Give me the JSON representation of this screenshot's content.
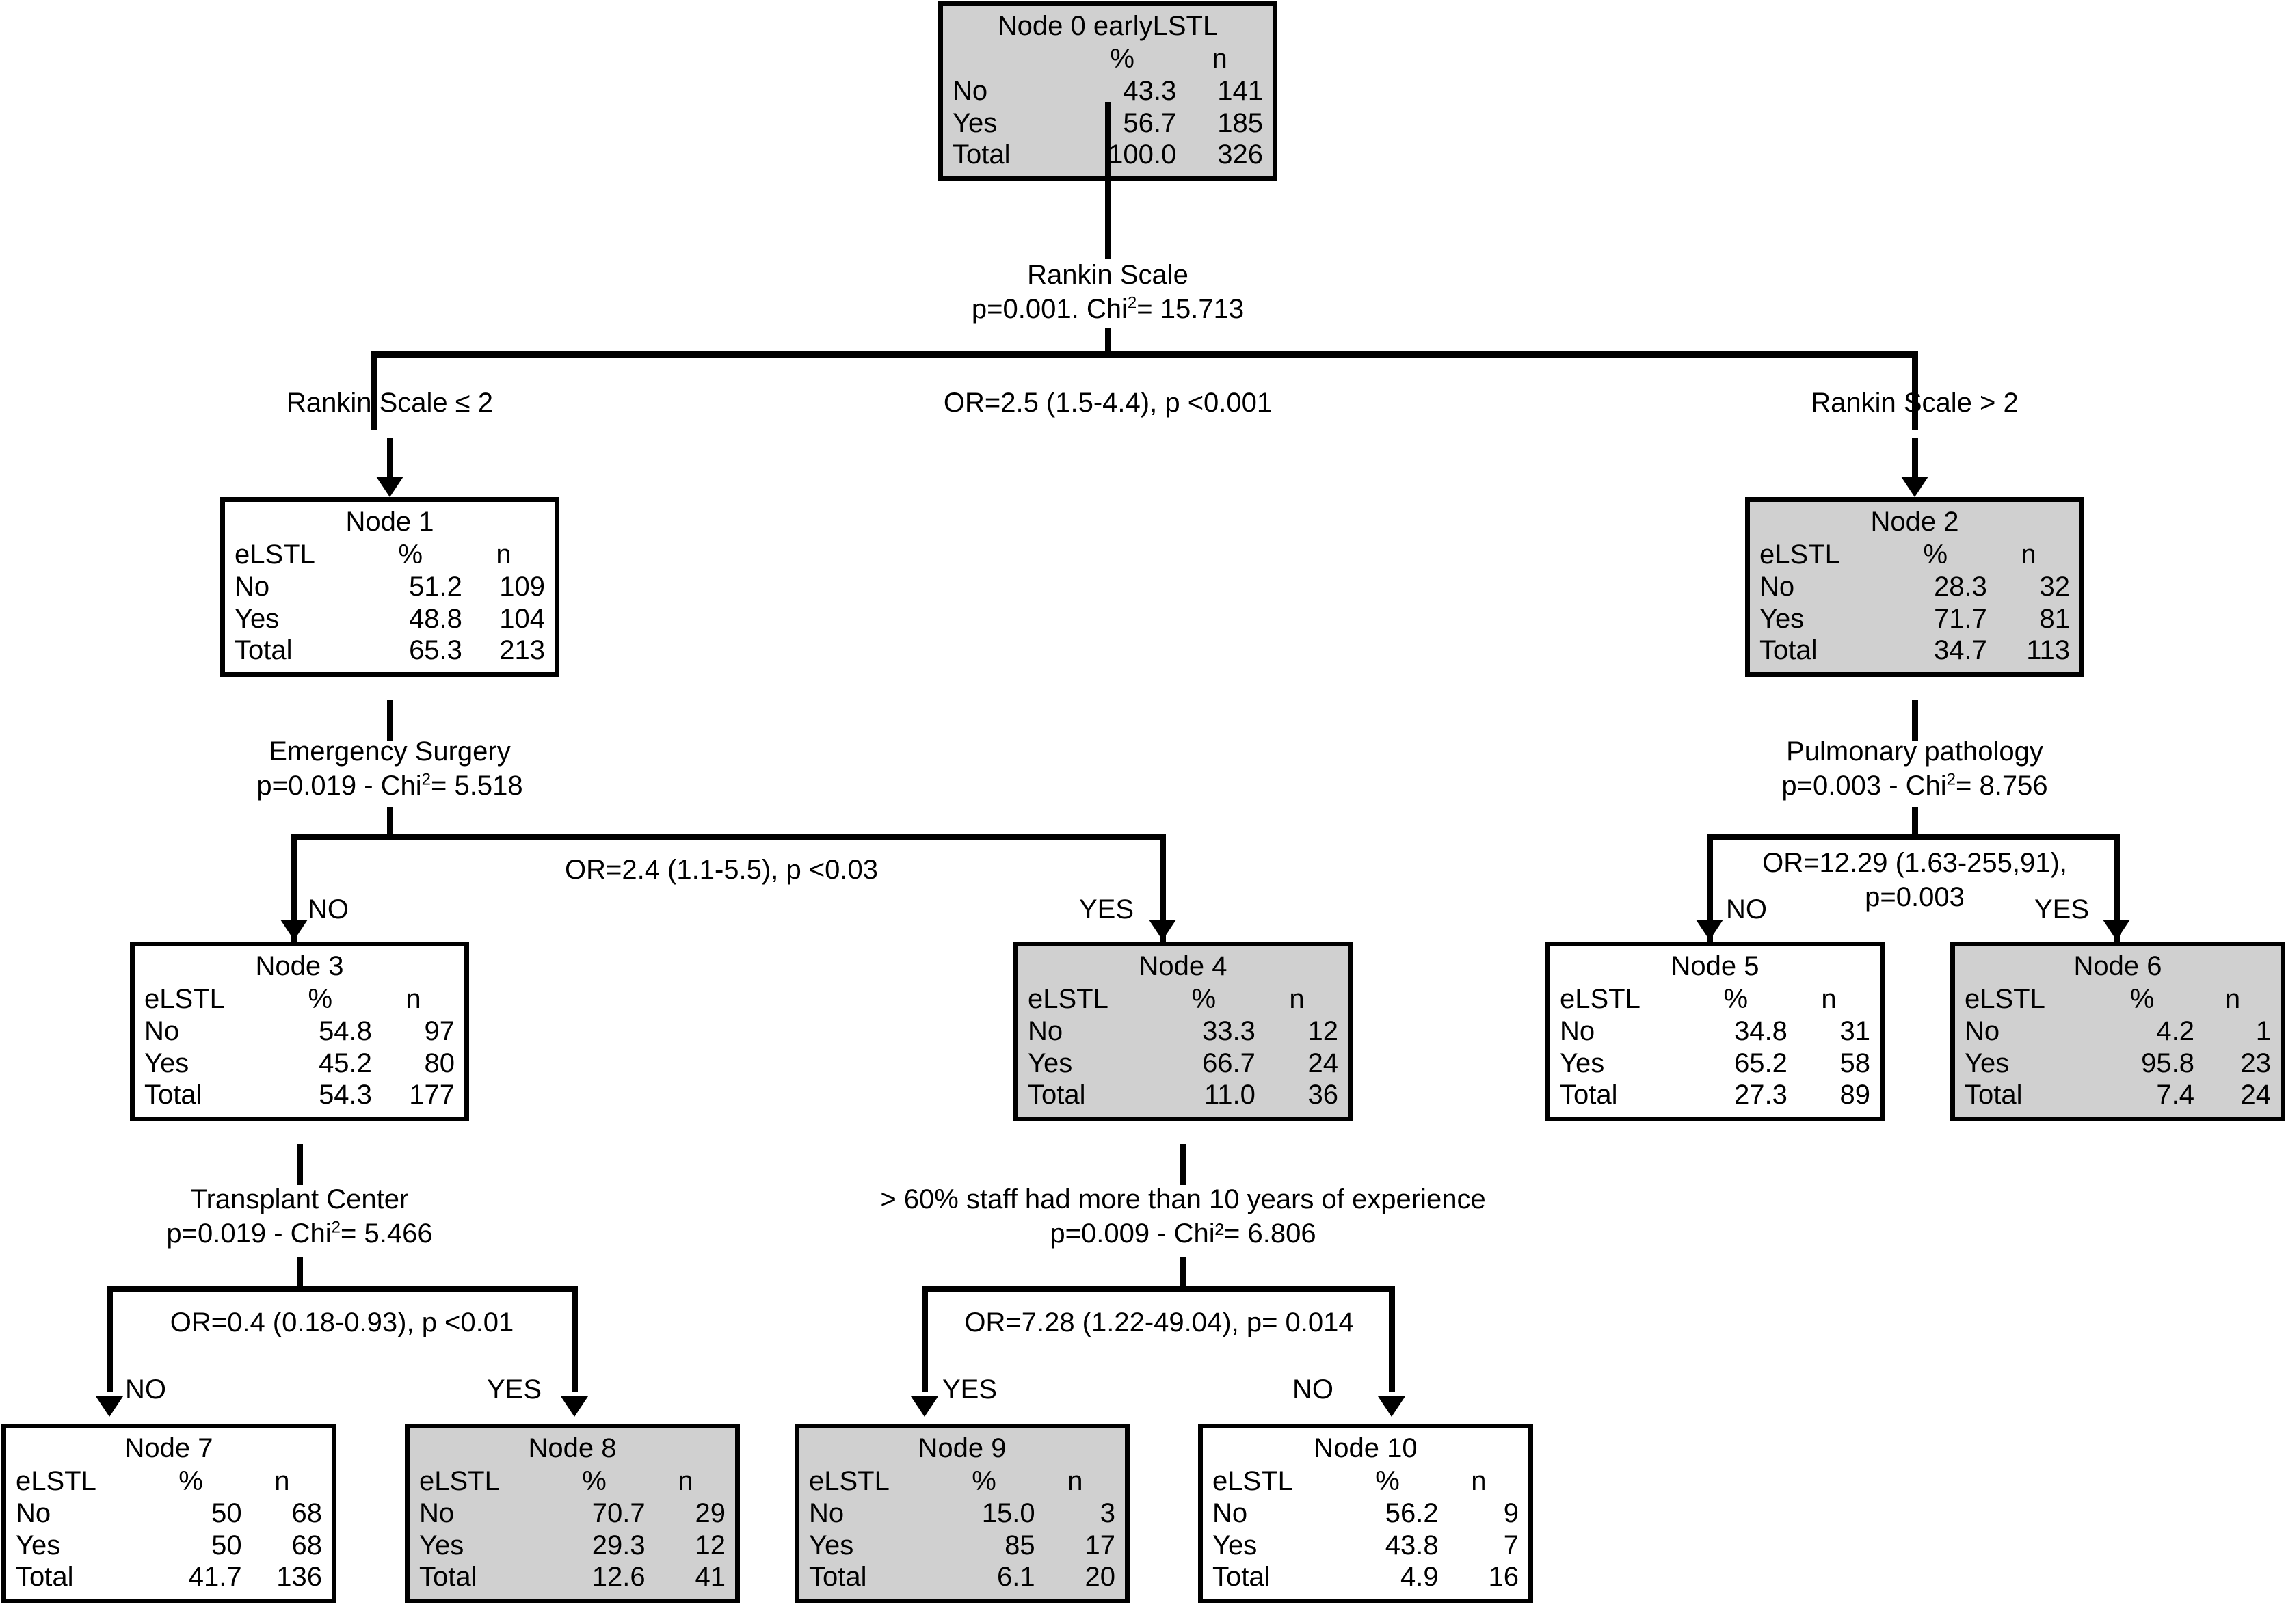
{
  "diagram": {
    "type": "chaid-decision-tree",
    "target_variable": "earlyLSTL",
    "fill_gray": "#d0d0d0",
    "fill_white": "#ffffff",
    "stroke": "#000000"
  },
  "columns": {
    "category": "eLSTL",
    "percent": "%",
    "count": "n"
  },
  "nodes": [
    {
      "id": "node0",
      "title": "Node 0 earlyLSTL",
      "fill": "gray",
      "header_category": "",
      "rows": [
        {
          "label": "No",
          "percent": "43.3",
          "n": "141"
        },
        {
          "label": "Yes",
          "percent": "56.7",
          "n": "185"
        },
        {
          "label": "Total",
          "percent": "100.0",
          "n": "326"
        }
      ]
    },
    {
      "id": "node1",
      "title": "Node 1",
      "fill": "white",
      "header_category": "eLSTL",
      "rows": [
        {
          "label": "No",
          "percent": "51.2",
          "n": "109"
        },
        {
          "label": "Yes",
          "percent": "48.8",
          "n": "104"
        },
        {
          "label": "Total",
          "percent": "65.3",
          "n": "213"
        }
      ]
    },
    {
      "id": "node2",
      "title": "Node 2",
      "fill": "gray",
      "header_category": "eLSTL",
      "rows": [
        {
          "label": "No",
          "percent": "28.3",
          "n": "32"
        },
        {
          "label": "Yes",
          "percent": "71.7",
          "n": "81"
        },
        {
          "label": "Total",
          "percent": "34.7",
          "n": "113"
        }
      ]
    },
    {
      "id": "node3",
      "title": "Node 3",
      "fill": "white",
      "header_category": "eLSTL",
      "rows": [
        {
          "label": "No",
          "percent": "54.8",
          "n": "97"
        },
        {
          "label": "Yes",
          "percent": "45.2",
          "n": "80"
        },
        {
          "label": "Total",
          "percent": "54.3",
          "n": "177"
        }
      ]
    },
    {
      "id": "node4",
      "title": "Node 4",
      "fill": "gray",
      "header_category": "eLSTL",
      "rows": [
        {
          "label": "No",
          "percent": "33.3",
          "n": "12"
        },
        {
          "label": "Yes",
          "percent": "66.7",
          "n": "24"
        },
        {
          "label": "Total",
          "percent": "11.0",
          "n": "36"
        }
      ]
    },
    {
      "id": "node5",
      "title": "Node 5",
      "fill": "white",
      "header_category": "eLSTL",
      "rows": [
        {
          "label": "No",
          "percent": "34.8",
          "n": "31"
        },
        {
          "label": "Yes",
          "percent": "65.2",
          "n": "58"
        },
        {
          "label": "Total",
          "percent": "27.3",
          "n": "89"
        }
      ]
    },
    {
      "id": "node6",
      "title": "Node 6",
      "fill": "gray",
      "header_category": "eLSTL",
      "rows": [
        {
          "label": "No",
          "percent": "4.2",
          "n": "1"
        },
        {
          "label": "Yes",
          "percent": "95.8",
          "n": "23"
        },
        {
          "label": "Total",
          "percent": "7.4",
          "n": "24"
        }
      ]
    },
    {
      "id": "node7",
      "title": "Node 7",
      "fill": "white",
      "header_category": "eLSTL",
      "rows": [
        {
          "label": "No",
          "percent": "50",
          "n": "68"
        },
        {
          "label": "Yes",
          "percent": "50",
          "n": "68"
        },
        {
          "label": "Total",
          "percent": "41.7",
          "n": "136"
        }
      ]
    },
    {
      "id": "node8",
      "title": "Node 8",
      "fill": "gray",
      "header_category": "eLSTL",
      "rows": [
        {
          "label": "No",
          "percent": "70.7",
          "n": "29"
        },
        {
          "label": "Yes",
          "percent": "29.3",
          "n": "12"
        },
        {
          "label": "Total",
          "percent": "12.6",
          "n": "41"
        }
      ]
    },
    {
      "id": "node9",
      "title": "Node 9",
      "fill": "gray",
      "header_category": "eLSTL",
      "rows": [
        {
          "label": "No",
          "percent": "15.0",
          "n": "3"
        },
        {
          "label": "Yes",
          "percent": "85",
          "n": "17"
        },
        {
          "label": "Total",
          "percent": "6.1",
          "n": "20"
        }
      ]
    },
    {
      "id": "node10",
      "title": "Node 10",
      "fill": "white",
      "header_category": "eLSTL",
      "rows": [
        {
          "label": "No",
          "percent": "56.2",
          "n": "9"
        },
        {
          "label": "Yes",
          "percent": "43.8",
          "n": "7"
        },
        {
          "label": "Total",
          "percent": "4.9",
          "n": "16"
        }
      ]
    }
  ],
  "splits": {
    "root": {
      "variable": "Rankin Scale",
      "stat_prefix": "p=0.001. Chi",
      "stat_suffix": "= 15.713",
      "odds_ratio": "OR=2.5 (1.5-4.4), p <0.001",
      "left_branch": "Rankin Scale ≤ 2",
      "right_branch": "Rankin Scale > 2"
    },
    "left": {
      "variable": "Emergency Surgery",
      "stat_prefix": "p=0.019 - Chi",
      "stat_suffix": "= 5.518",
      "odds_ratio": "OR=2.4 (1.1-5.5), p <0.03",
      "left_branch": "NO",
      "right_branch": "YES"
    },
    "right": {
      "variable": "Pulmonary pathology",
      "stat_prefix": "p=0.003 - Chi",
      "stat_suffix": "= 8.756",
      "odds_ratio_line1": "OR=12.29 (1.63-255,91),",
      "odds_ratio_line2": "p=0.003",
      "left_branch": "NO",
      "right_branch": "YES"
    },
    "node3": {
      "variable": "Transplant Center",
      "stat_prefix": "p=0.019 - Chi",
      "stat_suffix": "= 5.466",
      "odds_ratio": "OR=0.4 (0.18-0.93), p <0.01",
      "left_branch": "NO",
      "right_branch": "YES"
    },
    "node4": {
      "variable": "> 60% staff had more than 10 years of experience",
      "stat_line": "p=0.009 - Chi²= 6.806",
      "odds_ratio": "OR=7.28 (1.22-49.04), p= 0.014",
      "left_branch": "YES",
      "right_branch": "NO"
    }
  }
}
